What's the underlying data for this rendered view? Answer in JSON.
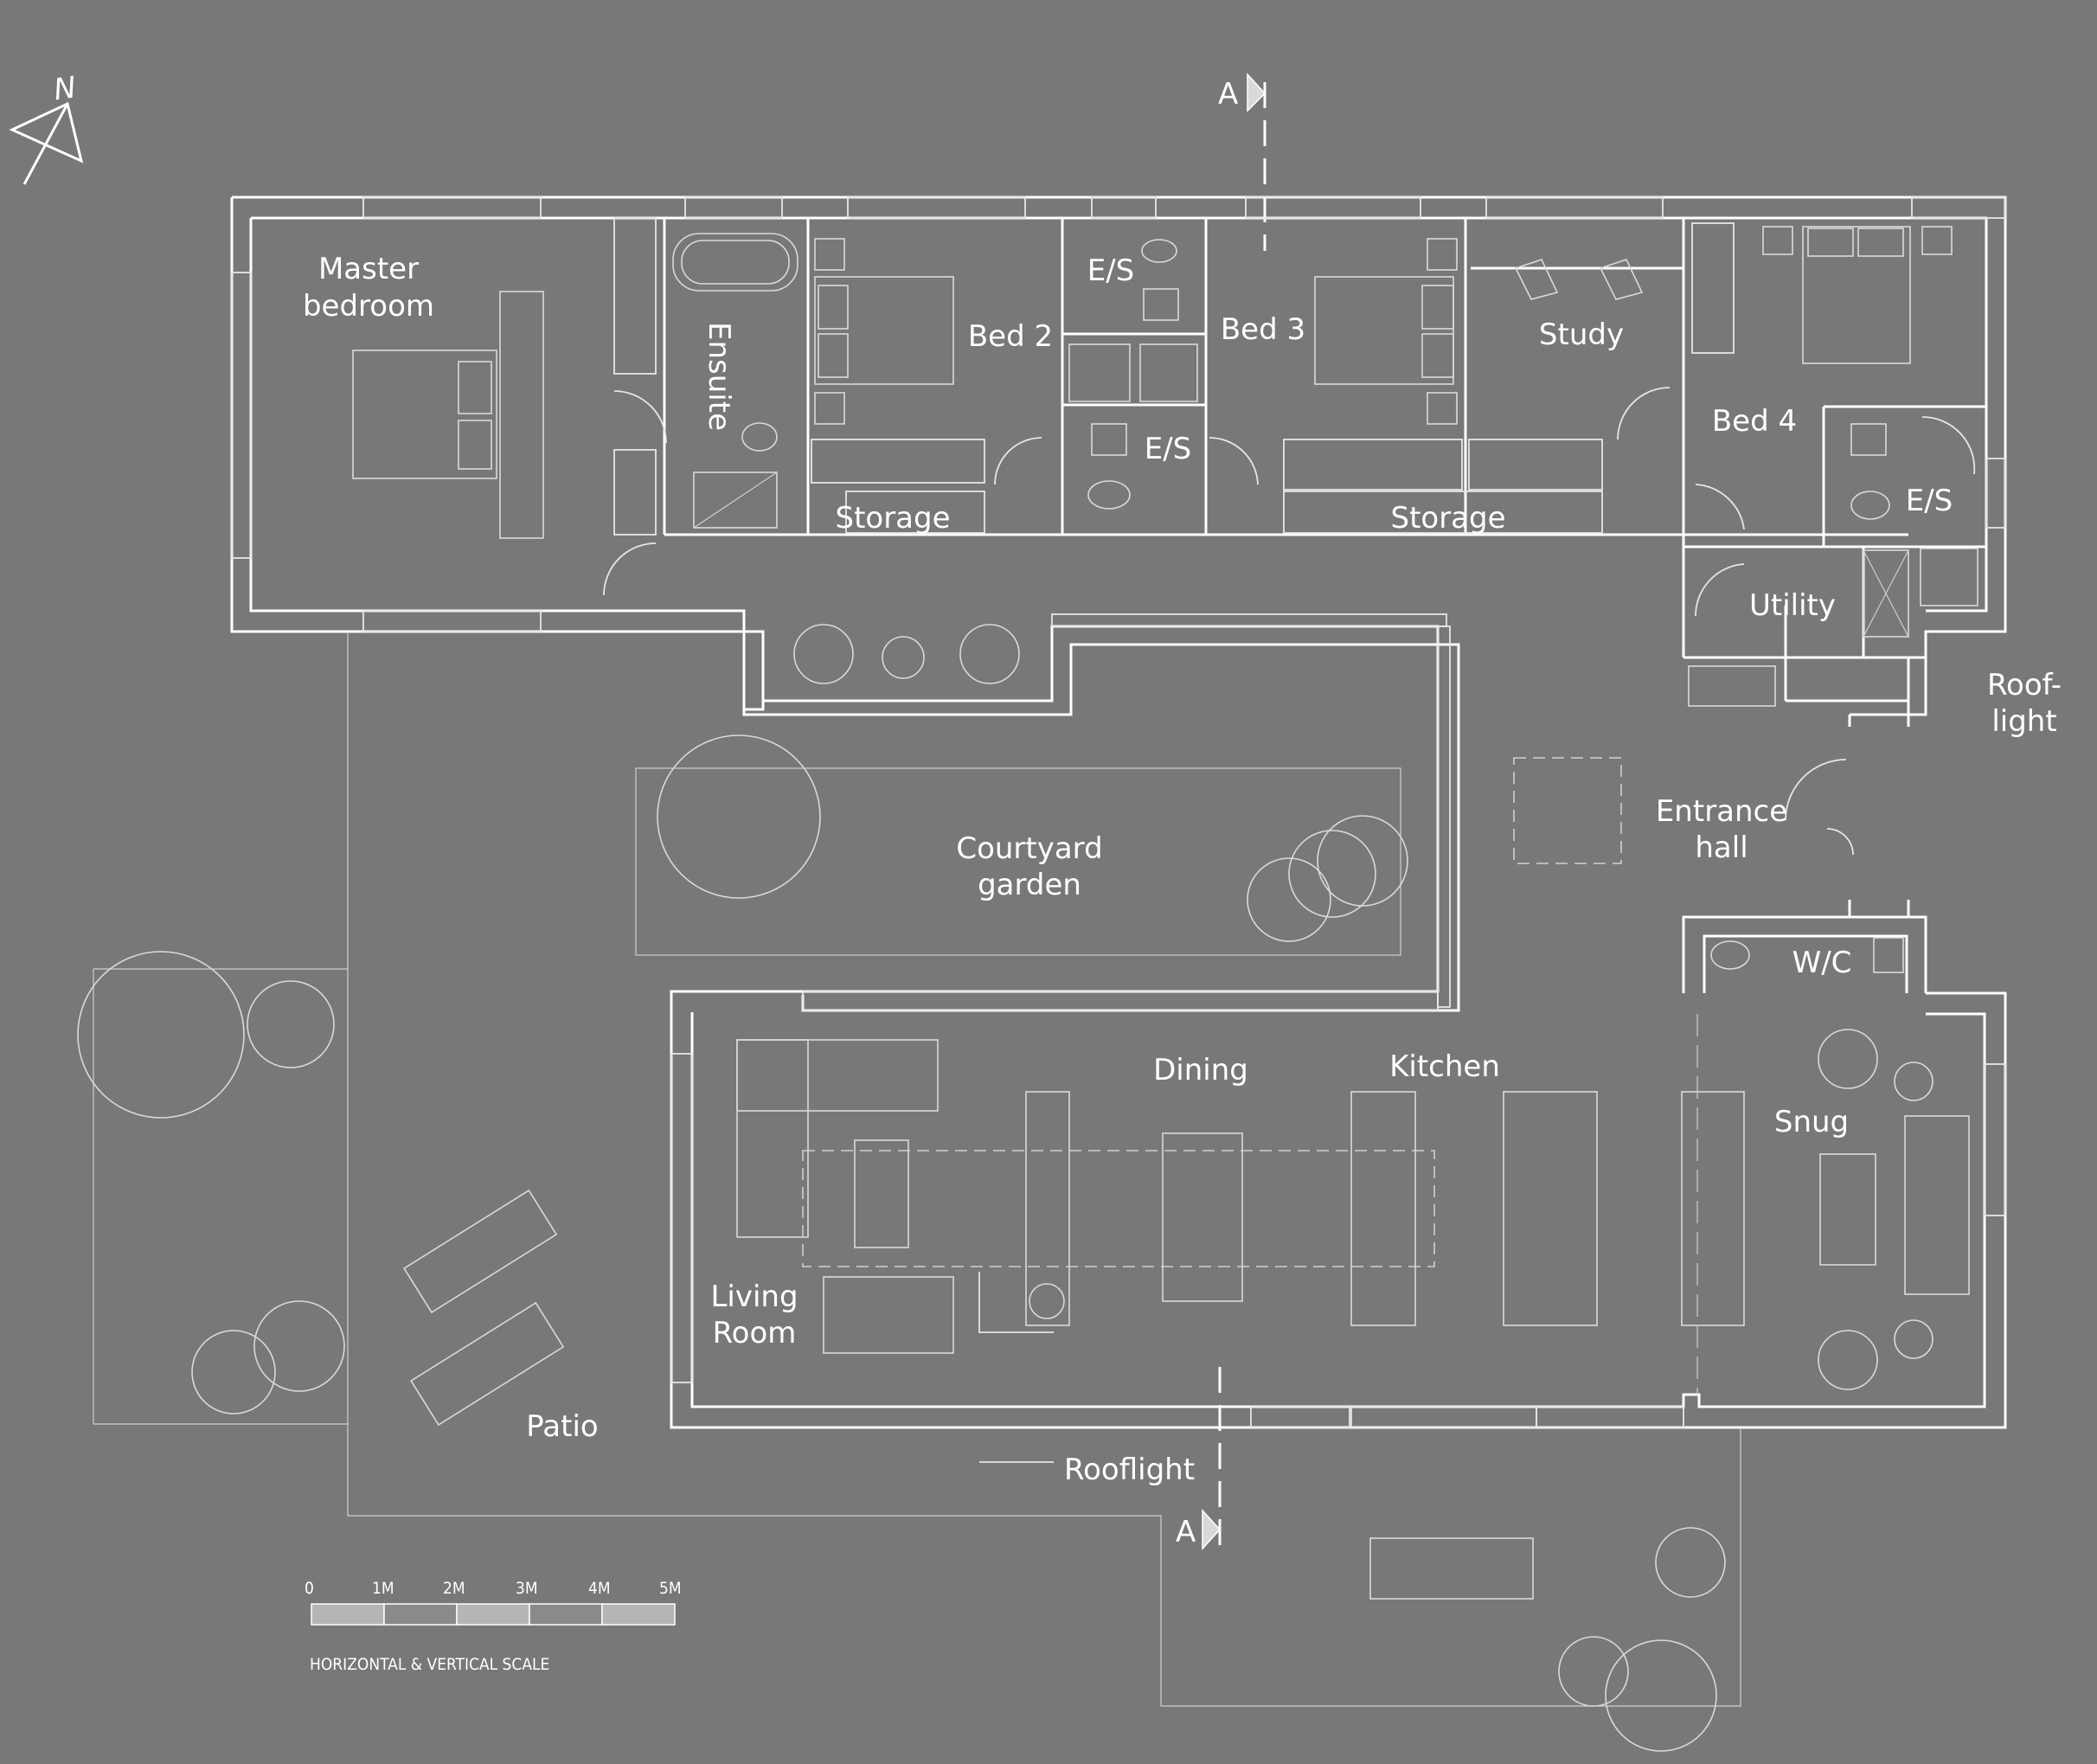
{
  "rooms": {
    "master_bedroom": [
      "Master",
      "bedroom"
    ],
    "ensuite": "Ensuite",
    "bed2": "Bed 2",
    "es_top": "E/S",
    "es_mid": "E/S",
    "es_right": "E/S",
    "bed3": "Bed 3",
    "study": "Study",
    "bed4": "Bed 4",
    "storage_left": "Storage",
    "storage_right": "Storage",
    "utility": "Utility",
    "rooflight_top": [
      "Roof-",
      "light"
    ],
    "entrance_hall": [
      "Entrance",
      "hall"
    ],
    "wc": "W/C",
    "courtyard_garden": [
      "Courtyard",
      "garden"
    ],
    "dining": "Dining",
    "kitchen": "Kitchen",
    "snug": "Snug",
    "living_room": [
      "Living",
      "Room"
    ],
    "patio": "Patio",
    "rooflight_bottom": "Rooflight"
  },
  "section_marker": {
    "top": "A",
    "bottom": "A"
  },
  "north": {
    "label": "N"
  },
  "scale": {
    "ticks": [
      "0",
      "1M",
      "2M",
      "3M",
      "4M",
      "5M"
    ],
    "caption": "HORIZONTAL & VERTICAL SCALE"
  },
  "colors": {
    "background": "#777877",
    "line": "#ffffff",
    "scale_light": "#b5b5b5",
    "scale_dark": "#8a8a8a"
  }
}
